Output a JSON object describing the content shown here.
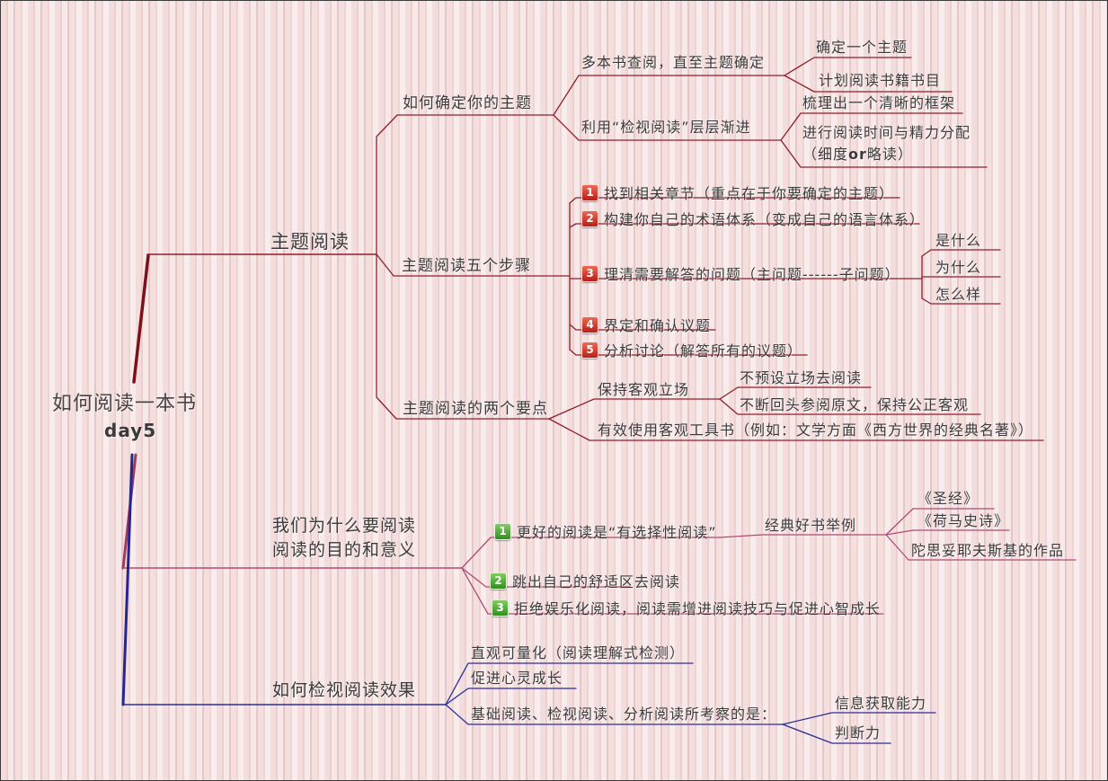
{
  "root": {
    "title": "如何阅读一本书",
    "subtitle": "day5"
  },
  "colors": {
    "branch_topic": "#8f1f2a",
    "branch_topic_trunk": "#7c1219",
    "branch_why": "#ad4d75",
    "branch_effect": "#2d2d99",
    "badge_red": "#c22a20",
    "badge_green": "#3f9e2c",
    "text": "#3b3b3b"
  },
  "topic": {
    "label": "主题阅读",
    "determine": {
      "label": "如何确定你的主题",
      "search": {
        "label": "多本书查阅，直至主题确定",
        "confirm": "确定一个主题",
        "plan": "计划阅读书籍书目"
      },
      "inspect": {
        "label": "利用“检视阅读”层层渐进",
        "framework": "梳理出一个清晰的框架",
        "allocate_line1": "进行阅读时间与精力分配",
        "allocate_pre": "（细度",
        "allocate_or": "or",
        "allocate_post": "略读）"
      }
    },
    "steps": {
      "label": "主题阅读五个步骤",
      "items": [
        {
          "num": "1",
          "text": "找到相关章节（重点在于你要确定的主题）"
        },
        {
          "num": "2",
          "text": "构建你自己的术语体系（变成自己的语言体系）"
        },
        {
          "num": "3",
          "text": "理清需要解答的问题（主问题------子问题）"
        },
        {
          "num": "4",
          "text": "界定和确认议题"
        },
        {
          "num": "5",
          "text": "分析讨论（解答所有的议题）"
        }
      ],
      "questions": [
        "是什么",
        "为什么",
        "怎么样"
      ]
    },
    "points": {
      "label": "主题阅读的两个要点",
      "objective": {
        "label": "保持客观立场",
        "items": [
          "不预设立场去阅读",
          "不断回头参阅原文，保持公正客观"
        ]
      },
      "tools": "有效使用客观工具书（例如：文学方面《西方世界的经典名著》）"
    }
  },
  "why": {
    "label_line1": "我们为什么要阅读",
    "label_line2": "阅读的目的和意义",
    "items": [
      {
        "num": "1",
        "text": "更好的阅读是“有选择性阅读”"
      },
      {
        "num": "2",
        "text": "跳出自己的舒适区去阅读"
      },
      {
        "num": "3",
        "text": "拒绝娱乐化阅读，阅读需增进阅读技巧与促进心智成长"
      }
    ],
    "examples": {
      "label": "经典好书举例",
      "books": [
        "《圣经》",
        "《荷马史诗》",
        "陀思妥耶夫斯基的作品"
      ]
    }
  },
  "effect": {
    "label": "如何检视阅读效果",
    "items": [
      "直观可量化（阅读理解式检测）",
      "促进心灵成长"
    ],
    "exam": {
      "label": "基础阅读、检视阅读、分析阅读所考察的是：",
      "abilities": [
        "信息获取能力",
        "判断力"
      ]
    }
  }
}
